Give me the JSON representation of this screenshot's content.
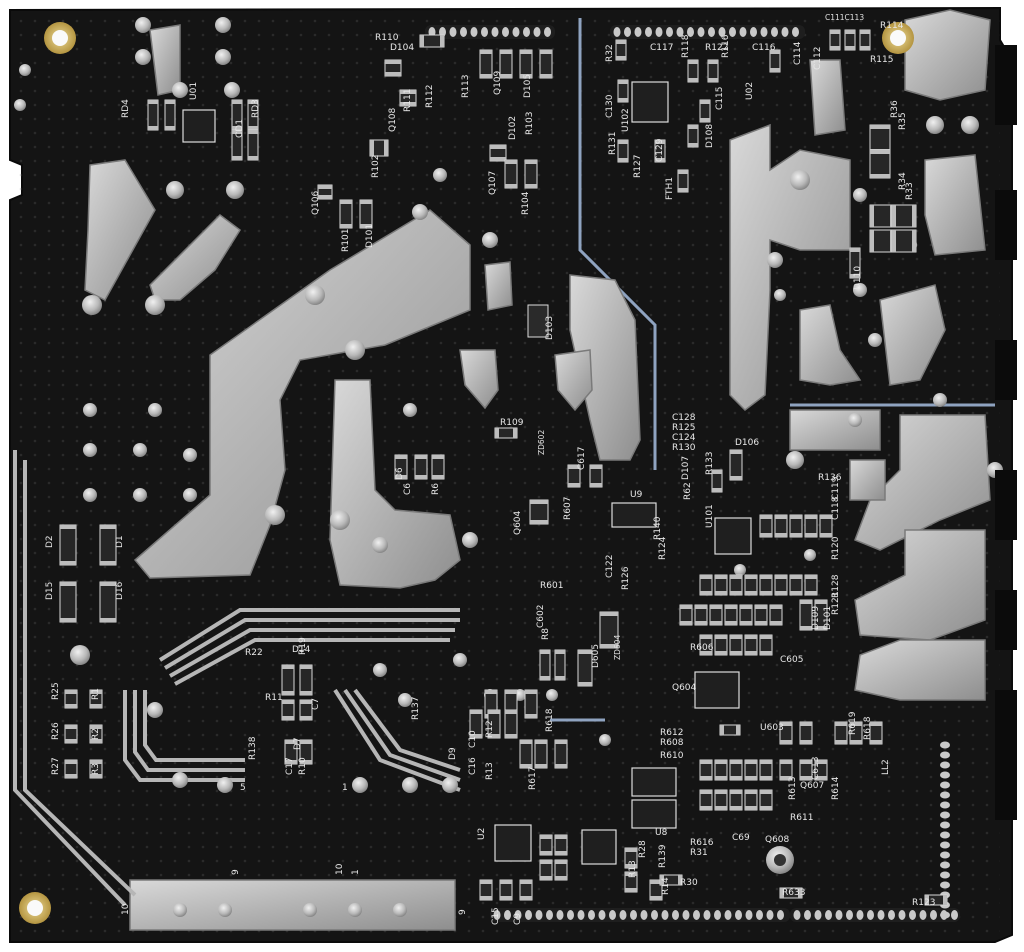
{
  "photo": {
    "subject": "",
    "colors": {
      "background": "#ffffff",
      "soldermask": "#141414",
      "soldermask_edge": "#0b0b0b",
      "copper_solder": "#b9b9b9",
      "copper_light": "#dcdcdc",
      "copper_dark": "#8d8d8d",
      "silkscreen": "#e8e8e8",
      "trace_blue": "#8fa3c0",
      "gold_pad": "#c7a545"
    }
  },
  "silkscreen": {
    "top_left": [
      {
        "id": "rd4",
        "text": "RD4"
      },
      {
        "id": "u01",
        "text": "U01"
      },
      {
        "id": "rd3",
        "text": "RD3"
      },
      {
        "id": "cd1",
        "text": "CD1"
      }
    ],
    "top_center": [
      {
        "id": "r110",
        "text": "R110"
      },
      {
        "id": "d104",
        "text": "D104"
      },
      {
        "id": "r112",
        "text": "R112"
      },
      {
        "id": "r113",
        "text": "R113"
      },
      {
        "id": "q109",
        "text": "Q109"
      },
      {
        "id": "d105",
        "text": "D105"
      },
      {
        "id": "q108",
        "text": "Q108"
      },
      {
        "id": "r111",
        "text": "R111"
      },
      {
        "id": "r102",
        "text": "R102"
      },
      {
        "id": "d102",
        "text": "D102"
      },
      {
        "id": "r103",
        "text": "R103"
      },
      {
        "id": "q107",
        "text": "Q107"
      },
      {
        "id": "r104",
        "text": "R104"
      },
      {
        "id": "q106",
        "text": "Q106"
      },
      {
        "id": "r101",
        "text": "R101"
      },
      {
        "id": "d101",
        "text": "D101"
      },
      {
        "id": "d103",
        "text": "D103"
      },
      {
        "id": "r109",
        "text": "R109"
      }
    ],
    "top_right": [
      {
        "id": "c111c113",
        "text": "C111C113"
      },
      {
        "id": "r114",
        "text": "R114"
      },
      {
        "id": "r115",
        "text": "R115"
      },
      {
        "id": "c112",
        "text": "C112"
      },
      {
        "id": "c114",
        "text": "C114"
      },
      {
        "id": "c116",
        "text": "C116"
      },
      {
        "id": "c117",
        "text": "C117"
      },
      {
        "id": "r118",
        "text": "R118"
      },
      {
        "id": "r122",
        "text": "R122"
      },
      {
        "id": "r116",
        "text": "R116"
      },
      {
        "id": "r32",
        "text": "R32"
      },
      {
        "id": "c115",
        "text": "C115"
      },
      {
        "id": "u02",
        "text": "U02"
      },
      {
        "id": "c130",
        "text": "C130"
      },
      {
        "id": "u102",
        "text": "U102"
      },
      {
        "id": "r131",
        "text": "R131"
      },
      {
        "id": "c129",
        "text": "C129"
      },
      {
        "id": "r127",
        "text": "R127"
      },
      {
        "id": "d108",
        "text": "D108"
      },
      {
        "id": "fth1",
        "text": "FTH1"
      },
      {
        "id": "r36",
        "text": "R36"
      },
      {
        "id": "r35",
        "text": "R35"
      },
      {
        "id": "r34",
        "text": "R34"
      },
      {
        "id": "r33",
        "text": "R33"
      },
      {
        "id": "d110",
        "text": "D110"
      }
    ],
    "middle": [
      {
        "id": "c128",
        "text": "C128"
      },
      {
        "id": "r125",
        "text": "R125"
      },
      {
        "id": "c124",
        "text": "C124"
      },
      {
        "id": "r130",
        "text": "R130"
      },
      {
        "id": "d106",
        "text": "D106"
      },
      {
        "id": "r133",
        "text": "R133"
      },
      {
        "id": "d107",
        "text": "D107"
      },
      {
        "id": "r136",
        "text": "R136"
      },
      {
        "id": "c119",
        "text": "C119"
      },
      {
        "id": "c118",
        "text": "C118"
      },
      {
        "id": "u101",
        "text": "U101"
      },
      {
        "id": "r140",
        "text": "R140"
      },
      {
        "id": "r124",
        "text": "R124"
      },
      {
        "id": "r62",
        "text": "R62"
      },
      {
        "id": "u9",
        "text": "U9"
      },
      {
        "id": "c617",
        "text": "C617"
      },
      {
        "id": "zd602",
        "text": "ZD602"
      },
      {
        "id": "r607",
        "text": "R607"
      },
      {
        "id": "q604",
        "text": "Q604"
      },
      {
        "id": "c6",
        "text": "C6"
      },
      {
        "id": "r6",
        "text": "R6"
      },
      {
        "id": "d6",
        "text": "D6"
      },
      {
        "id": "r601",
        "text": "R601"
      },
      {
        "id": "c122",
        "text": "C122"
      },
      {
        "id": "r126",
        "text": "R126"
      },
      {
        "id": "r120",
        "text": "R120"
      },
      {
        "id": "r128",
        "text": "R128"
      },
      {
        "id": "r121",
        "text": "R121"
      },
      {
        "id": "d109",
        "text": "D109"
      },
      {
        "id": "d101b",
        "text": "D101"
      },
      {
        "id": "c602",
        "text": "C602"
      },
      {
        "id": "r8",
        "text": "R8"
      },
      {
        "id": "zd604",
        "text": "ZD604"
      },
      {
        "id": "d605",
        "text": "D605"
      },
      {
        "id": "r606",
        "text": "R606"
      },
      {
        "id": "c605",
        "text": "C605"
      },
      {
        "id": "q604b",
        "text": "Q604"
      },
      {
        "id": "u603",
        "text": "U603"
      }
    ],
    "left": [
      {
        "id": "d2",
        "text": "D2"
      },
      {
        "id": "d1",
        "text": "D1"
      },
      {
        "id": "d15",
        "text": "D15"
      },
      {
        "id": "d16",
        "text": "D16"
      },
      {
        "id": "r25",
        "text": "R25"
      },
      {
        "id": "r1",
        "text": "R1"
      },
      {
        "id": "r26",
        "text": "R26"
      },
      {
        "id": "r2",
        "text": "R2"
      },
      {
        "id": "r27",
        "text": "R27"
      },
      {
        "id": "r3",
        "text": "R3"
      },
      {
        "id": "r22",
        "text": "R22"
      },
      {
        "id": "d14",
        "text": "D14"
      },
      {
        "id": "r19",
        "text": "R19"
      },
      {
        "id": "r11",
        "text": "R11"
      },
      {
        "id": "c7",
        "text": "C7"
      },
      {
        "id": "d7",
        "text": "D7"
      },
      {
        "id": "r138",
        "text": "R138"
      },
      {
        "id": "c17",
        "text": "C17"
      },
      {
        "id": "r10",
        "text": "R10"
      },
      {
        "id": "pin5a",
        "text": "5"
      },
      {
        "id": "pin1a",
        "text": "1"
      }
    ],
    "bottom_center": [
      {
        "id": "r137",
        "text": "R137"
      },
      {
        "id": "d9",
        "text": "D9"
      },
      {
        "id": "c10",
        "text": "C10"
      },
      {
        "id": "r12",
        "text": "R12"
      },
      {
        "id": "c16",
        "text": "C16"
      },
      {
        "id": "r13",
        "text": "R13"
      },
      {
        "id": "r617",
        "text": "R617"
      },
      {
        "id": "r618",
        "text": "R618"
      },
      {
        "id": "u8",
        "text": "U8"
      },
      {
        "id": "r610",
        "text": "R610"
      },
      {
        "id": "r612",
        "text": "R612"
      },
      {
        "id": "r608",
        "text": "R608"
      },
      {
        "id": "c69",
        "text": "C69"
      },
      {
        "id": "r616",
        "text": "R616"
      },
      {
        "id": "r31",
        "text": "R31"
      },
      {
        "id": "q608",
        "text": "Q608"
      },
      {
        "id": "r611",
        "text": "R611"
      },
      {
        "id": "r613",
        "text": "R613"
      },
      {
        "id": "q607",
        "text": "Q607"
      },
      {
        "id": "c613",
        "text": "C613"
      },
      {
        "id": "r614",
        "text": "R614"
      },
      {
        "id": "r619",
        "text": "R619"
      },
      {
        "id": "r618b",
        "text": "R618"
      },
      {
        "id": "ll2",
        "text": "LL2"
      },
      {
        "id": "r28",
        "text": "R28"
      },
      {
        "id": "r139",
        "text": "R139"
      },
      {
        "id": "r13b",
        "text": "R13"
      },
      {
        "id": "r14",
        "text": "R14"
      },
      {
        "id": "r30",
        "text": "R30"
      },
      {
        "id": "r633",
        "text": "R633"
      },
      {
        "id": "r123",
        "text": "R123"
      },
      {
        "id": "c15",
        "text": "C15"
      },
      {
        "id": "c9",
        "text": "C9"
      },
      {
        "id": "u2",
        "text": "U2"
      },
      {
        "id": "pin1b",
        "text": "1"
      },
      {
        "id": "pin10",
        "text": "10"
      },
      {
        "id": "pin9",
        "text": "9"
      },
      {
        "id": "pin10b",
        "text": "10"
      },
      {
        "id": "pin9b",
        "text": "9"
      }
    ]
  }
}
